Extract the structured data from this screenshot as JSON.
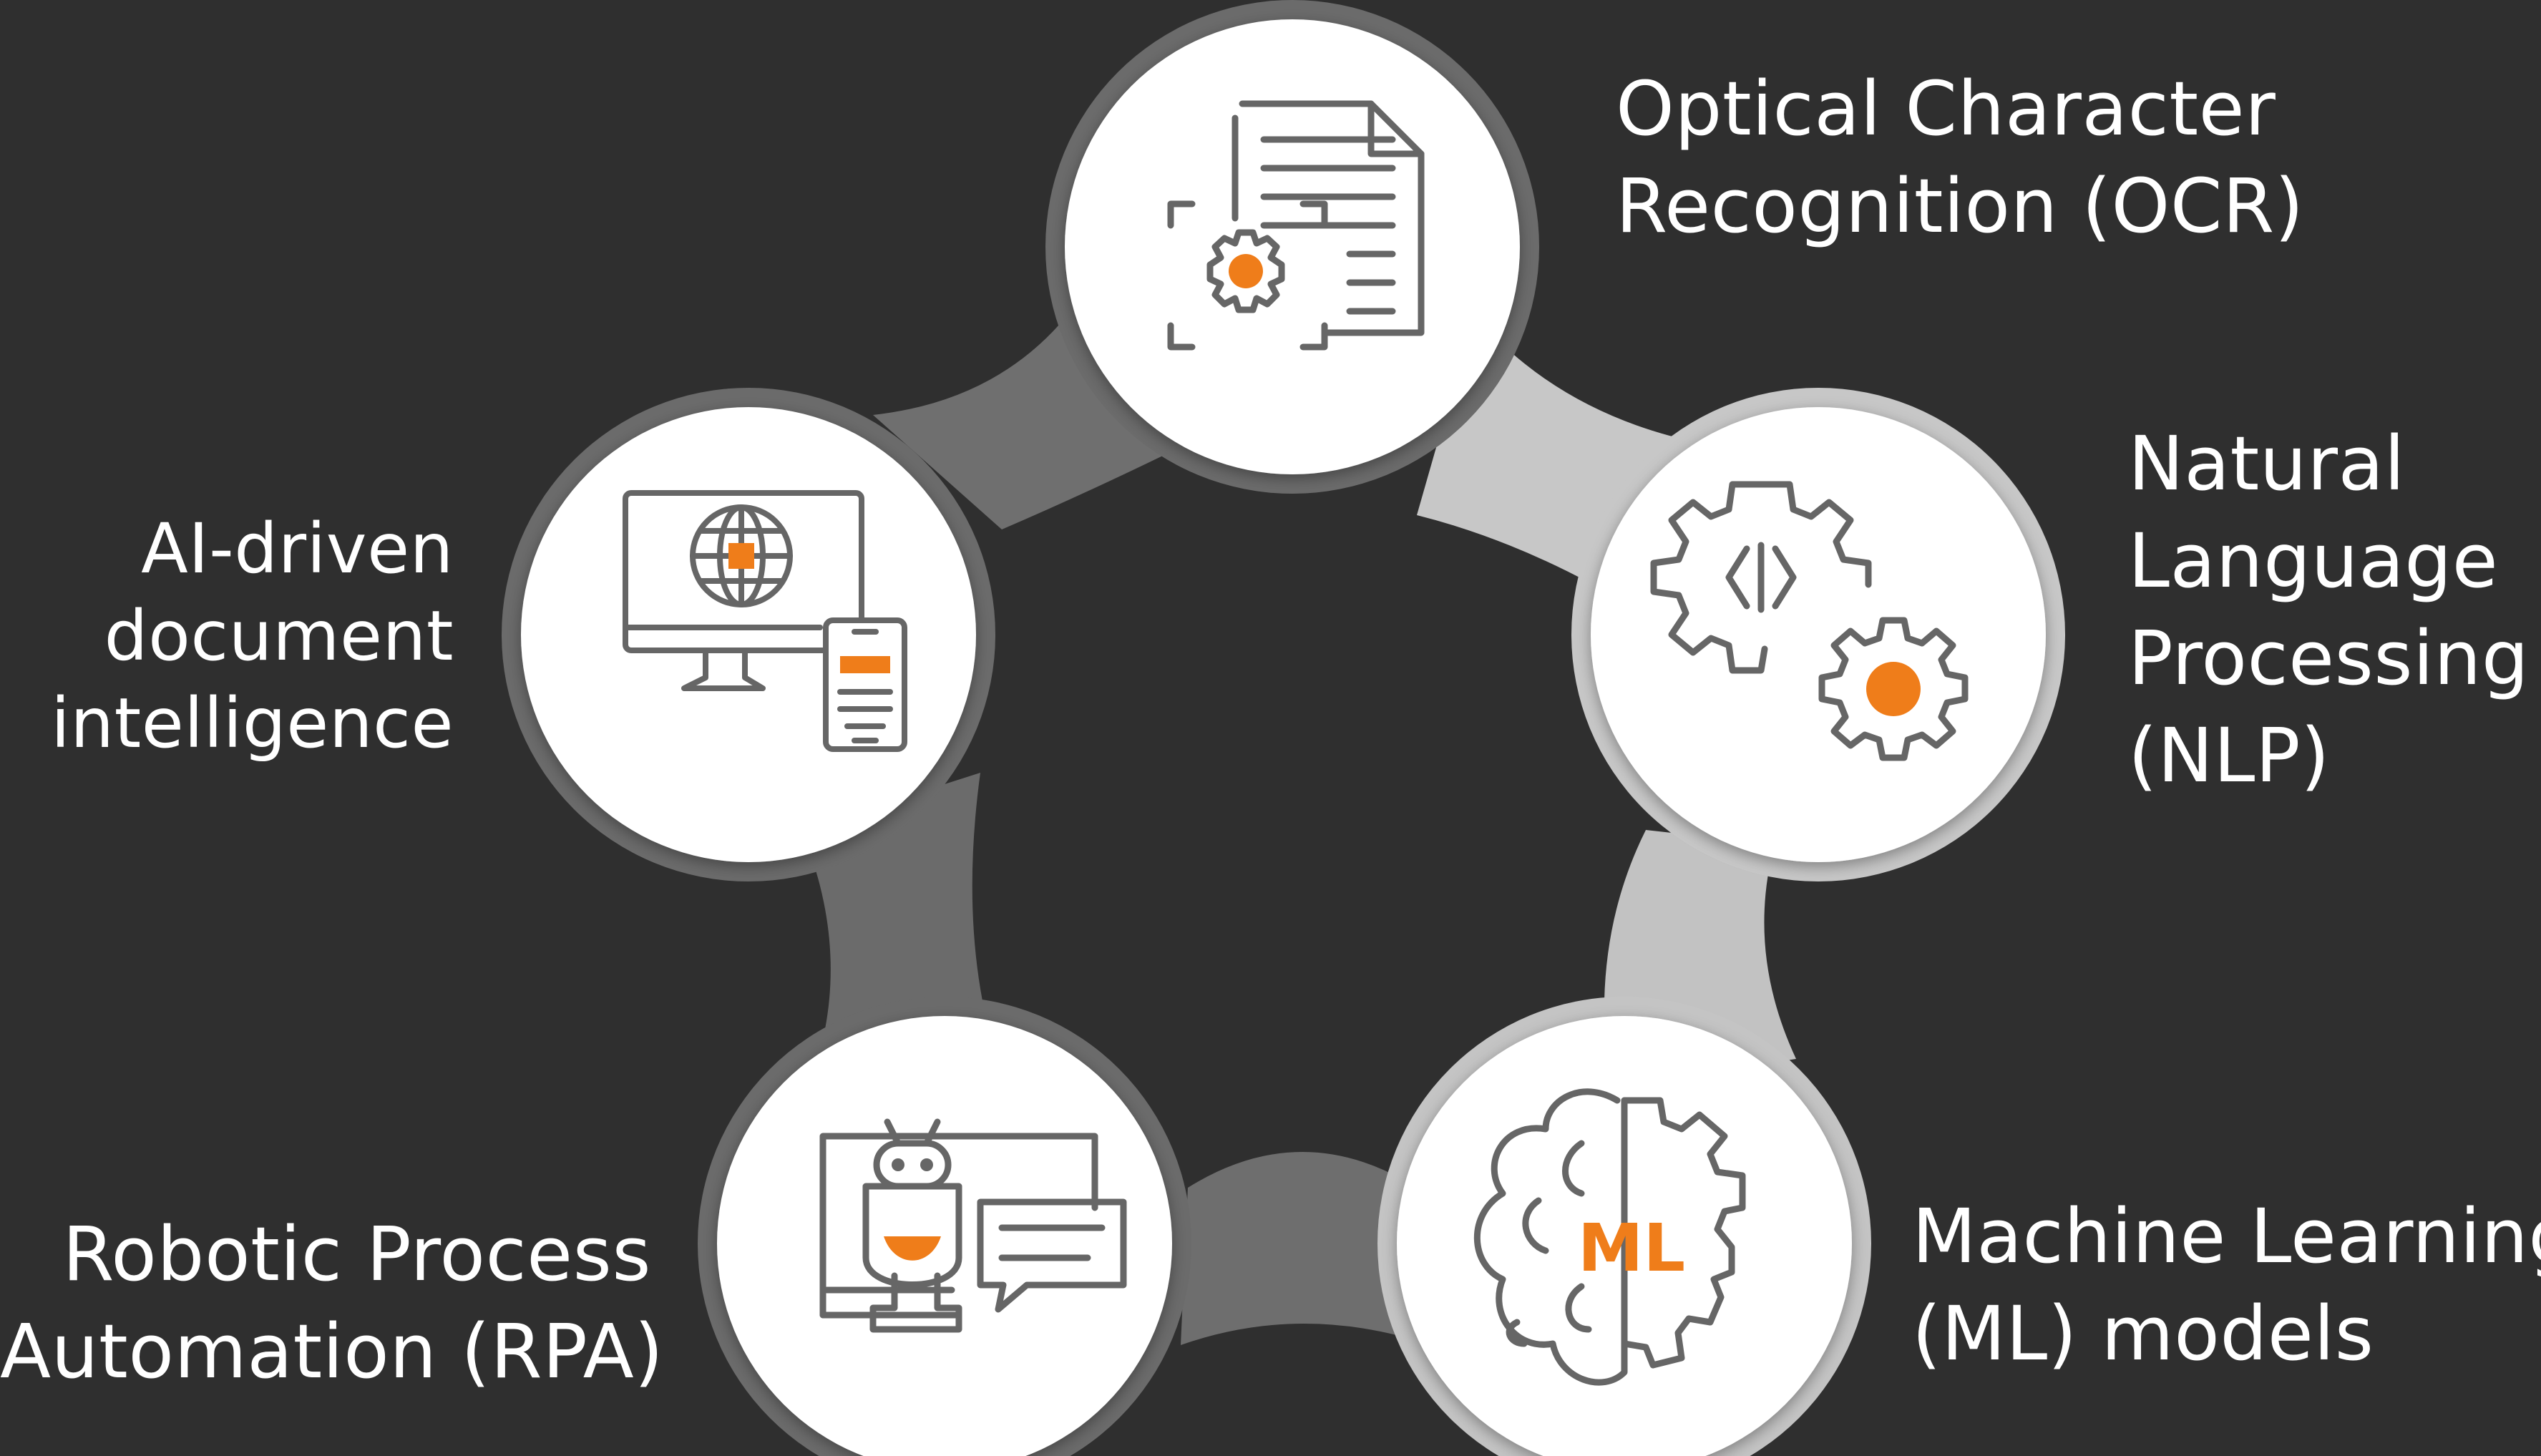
{
  "colors": {
    "background": "#2f2f2f",
    "accent": "#ef7d1a",
    "icon_stroke": "#666666",
    "node_fill": "#ffffff",
    "ring_dark": "#6b6b6b",
    "ring_light": "#c7c7c7",
    "text": "#ffffff"
  },
  "nodes": [
    {
      "id": "ocr",
      "icon": "document-scan-gear-icon",
      "label_lines": [
        "Optical Character",
        "Recognition (OCR)"
      ]
    },
    {
      "id": "nlp",
      "icon": "gears-code-icon",
      "label_lines": [
        "Natural",
        "Language",
        "Processing",
        "(NLP)"
      ]
    },
    {
      "id": "ml",
      "icon": "brain-gear-icon",
      "icon_text": "ML",
      "label_lines": [
        "Machine Learning",
        "(ML) models"
      ]
    },
    {
      "id": "rpa",
      "icon": "monitor-robot-chat-icon",
      "label_lines": [
        "Robotic Process",
        "Automation (RPA)"
      ]
    },
    {
      "id": "ai",
      "icon": "monitor-globe-phone-icon",
      "label_lines": [
        "AI-driven",
        "document",
        "intelligence"
      ]
    }
  ]
}
